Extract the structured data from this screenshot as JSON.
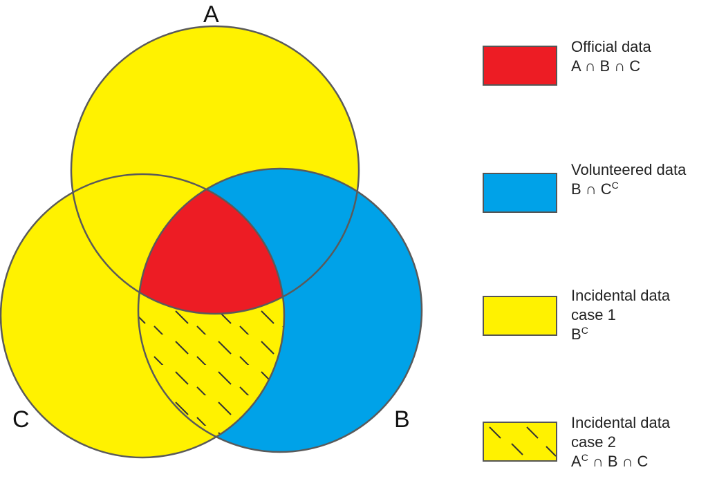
{
  "diagram": {
    "set_labels": {
      "a": "A",
      "b": "B",
      "c": "C"
    },
    "colors": {
      "official": "#ed1c24",
      "volunteered": "#00a2e8",
      "incidental": "#fff200",
      "outline": "#5a5a5a"
    }
  },
  "legend": [
    {
      "key": "official",
      "title": "Official data",
      "formula_parts": [
        "A ∩ B ∩ C"
      ]
    },
    {
      "key": "volunteered",
      "title": "Volunteered data",
      "formula_parts": [
        "B ∩ C",
        "C"
      ]
    },
    {
      "key": "incidental-1",
      "title": "Incidental data",
      "subtitle": "case 1",
      "formula_parts": [
        "B",
        "C"
      ]
    },
    {
      "key": "incidental-2",
      "title": "Incidental data",
      "subtitle": "case 2",
      "formula_parts": [
        "A",
        "C",
        " ∩ B ∩ C"
      ]
    }
  ]
}
